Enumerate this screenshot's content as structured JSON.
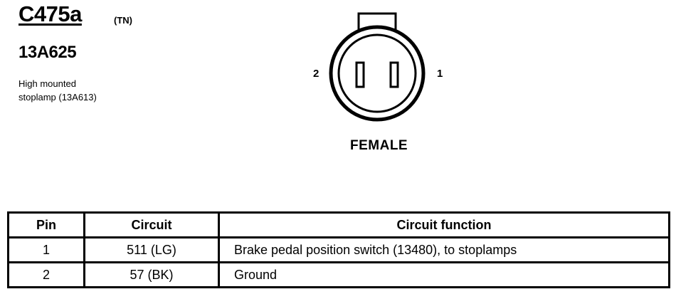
{
  "connector": {
    "id": "C475a",
    "color_code": "(TN)",
    "part_number": "13A625",
    "description_lines": [
      "High mounted",
      "stoplamp (13A613)"
    ]
  },
  "diagram": {
    "gender_label": "FEMALE",
    "pin_labels": {
      "left": "2",
      "right": "1"
    }
  },
  "table": {
    "headers": [
      "Pin",
      "Circuit",
      "Circuit function"
    ],
    "rows": [
      [
        "1",
        "511 (LG)",
        "Brake pedal position switch (13480), to stoplamps"
      ],
      [
        "2",
        "57 (BK)",
        "Ground"
      ]
    ]
  }
}
